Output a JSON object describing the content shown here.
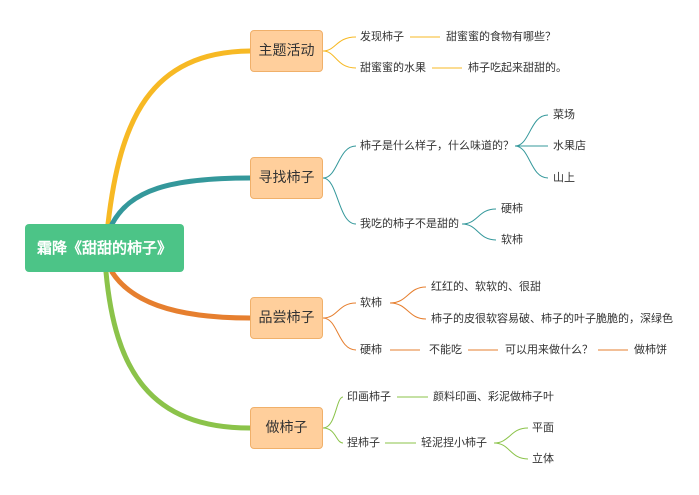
{
  "root": {
    "label": "霜降《甜甜的柿子》"
  },
  "colors": {
    "root_bg": "#4cc487",
    "branch_bg": "#ffcf9c",
    "branch1": "#f7b924",
    "branch2": "#34989b",
    "branch3": "#e67f2f",
    "branch4": "#8bc34a"
  },
  "branches": [
    {
      "label": "主题活动",
      "children": [
        {
          "label": "发现柿子",
          "next": "甜蜜蜜的食物有哪些？"
        },
        {
          "label": "甜蜜蜜的水果",
          "next": "柿子吃起来甜甜的。"
        }
      ]
    },
    {
      "label": "寻找柿子",
      "children": [
        {
          "label": "柿子是什么样子，什么味道的？",
          "children": [
            "菜场",
            "水果店",
            "山上"
          ]
        },
        {
          "label": "我吃的柿子不是甜的",
          "children": [
            "硬柿",
            "软柿"
          ]
        }
      ]
    },
    {
      "label": "品尝柿子",
      "children": [
        {
          "label": "软柿",
          "children": [
            "红红的、软软的、很甜",
            "柿子的皮很软容易破、柿子的叶子脆脆的，深绿色"
          ]
        },
        {
          "label": "硬柿",
          "chain": [
            "不能吃",
            "可以用来做什么？",
            "做柿饼"
          ]
        }
      ]
    },
    {
      "label": "做柿子",
      "children": [
        {
          "label": "印画柿子",
          "next": "颜料印画、彩泥做柿子叶"
        },
        {
          "label": "捏柿子",
          "next": "轻泥捏小柿子",
          "children": [
            "平面",
            "立体"
          ]
        }
      ]
    }
  ]
}
